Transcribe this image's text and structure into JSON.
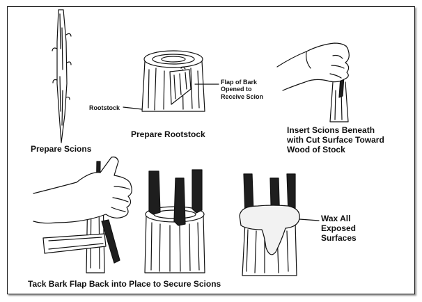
{
  "labels": {
    "prepare_scions": "Prepare Scions",
    "rootstock": "Rootstock",
    "flap": [
      "Flap of Bark",
      "Opened to",
      "Receive Scion"
    ],
    "prepare_rootstock": "Prepare Rootstock",
    "insert": [
      "Insert Scions Beneath",
      "with Cut Surface Toward",
      "Wood of Stock"
    ],
    "wax": [
      "Wax All",
      "Exposed",
      "Surfaces"
    ],
    "tack": "Tack Bark Flap Back into Place to Secure Scions"
  },
  "colors": {
    "ink": "#111111",
    "scion": "#1e1e1e",
    "wax": "#f2f2f2"
  }
}
